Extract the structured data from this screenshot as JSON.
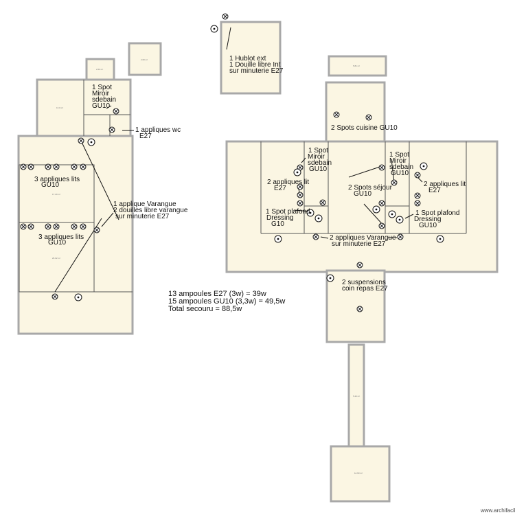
{
  "labels": {
    "hublot": [
      "1 Hublot ext",
      "1 Douille libre Int",
      "sur minuterie  E27"
    ],
    "spot_miroir_left": [
      "1 Spot",
      "Miroir",
      "sdebain",
      "GU10"
    ],
    "appliques_wc": [
      "1 appliques wc",
      "E27"
    ],
    "appliques_lits_1": [
      "3 appliques lits",
      "GU10"
    ],
    "applique_varangue_left": [
      "1 applique Varangue",
      "2 douilles libre varangue",
      "sur minuterie  E27"
    ],
    "appliques_lits_2": [
      "3 appliques lits",
      "GU10"
    ],
    "spots_cuisine": [
      "2 Spots cuisine GU10"
    ],
    "spot_miroir_mid": [
      "1 Spot",
      "Miroir",
      "sdebain",
      "GU10"
    ],
    "spot_miroir_right": [
      "1 Spot",
      "Miroir",
      "sdebain",
      "GU10"
    ],
    "appliques_lit_left": [
      "2 appliques lit",
      "E27"
    ],
    "spots_sejour": [
      "2 Spots séjour",
      "GU10"
    ],
    "appliques_lit_right": [
      "2 appliques lit",
      "E27"
    ],
    "spot_dressing_left": [
      "1 Spot plafond",
      "Dressing",
      "G10"
    ],
    "spot_dressing_right": [
      "1 Spot plafond",
      "Dressing",
      "GU10"
    ],
    "appliques_varangue_mid": [
      "2 appliques Varangue",
      "sur minuterie  E27"
    ],
    "suspensions": [
      "2 suspensions",
      "coin repas E27"
    ]
  },
  "summary": [
    "13 ampoules E27 (3w) = 39w",
    "15 ampoules GU10 (3,3w) = 49,5w",
    "Total secouru = 88,5w"
  ],
  "area_labels": {
    "small_left": "2.60 m²",
    "small_square": "2.60 m²",
    "bath_left": "13.0 m²",
    "bed_upper": "17.29 m²",
    "bed_lower": "26.02 m²",
    "top_right_rect": "5.81 m²",
    "corridor": "5.40 m²",
    "bottom_room": "14.60 m²"
  },
  "credit": "www.archifacile.fr",
  "icons": {
    "lamp": "lamp-cross-icon",
    "bulb": "bulb-circle-icon"
  }
}
